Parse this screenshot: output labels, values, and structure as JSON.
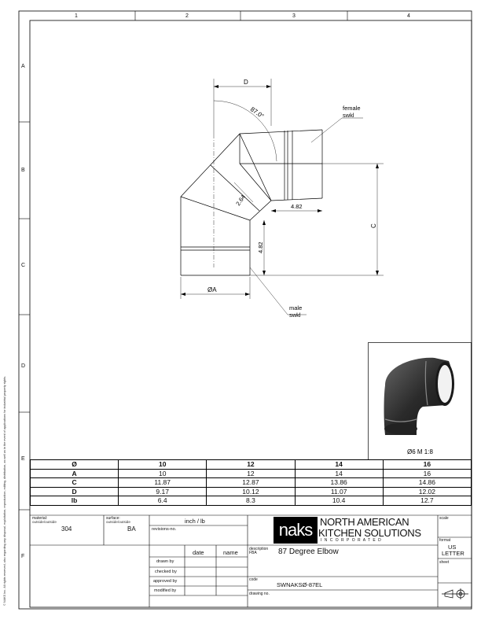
{
  "zones": {
    "cols": [
      "1",
      "2",
      "3",
      "4"
    ],
    "rows": [
      "A",
      "B",
      "C",
      "D",
      "E",
      "F"
    ]
  },
  "copyright": "© NAKS Inc. All rights reserved, also regarding any disposal, exploitation, reproduction, editing, distribution, as well as in the event of applications for industrial property rights.",
  "drawing": {
    "dim_D": "D",
    "angle": "87.0°",
    "female_label_1": "female",
    "female_label_2": "swkl",
    "dim_264": "2.64",
    "dim_482_h": "4.82",
    "dim_C": "C",
    "dim_482_v": "4.82",
    "dim_A": "ØA",
    "male_label_1": "male",
    "male_label_2": "swkl"
  },
  "preview": {
    "caption": "Ø6  M 1:8"
  },
  "size_table": {
    "header": [
      "Ø",
      "10",
      "12",
      "14",
      "16"
    ],
    "rows": [
      [
        "A",
        "10",
        "12",
        "14",
        "16"
      ],
      [
        "C",
        "11.87",
        "12.87",
        "13.86",
        "14.86"
      ],
      [
        "D",
        "9.17",
        "10.12",
        "11.07",
        "12.02"
      ],
      [
        "lb",
        "6.4",
        "8.3",
        "10.4",
        "12.7"
      ]
    ]
  },
  "title_block": {
    "material_label": "material:",
    "material_sub": "outside/outside",
    "material_value": "304",
    "surface_label": "surface:",
    "surface_sub": "outside/outside",
    "surface_value": "BA",
    "units": "inch / lb",
    "revisions_label": "revisions-no.",
    "date_label": "date",
    "name_label": "name",
    "drawn_by": "drawn by",
    "checked_by": "checked by",
    "approved_by": "approved by",
    "modified_by": "modified by",
    "logo_text": "naks",
    "company_line1": "NORTH AMERICAN",
    "company_line2": "KITCHEN SOLUTIONS",
    "company_line3": "I N C O R P O R A T E D",
    "description_label": "description",
    "description_sub": "FBA",
    "description_value": "87 Degree Elbow",
    "code_label": "code",
    "code_value": "SWNAKSØ-87EL",
    "drawing_no_label": "drawing no.",
    "scale_label": "scale",
    "format_label": "format",
    "format_value_1": "US",
    "format_value_2": "LETTER",
    "sheet_label": "sheet"
  }
}
